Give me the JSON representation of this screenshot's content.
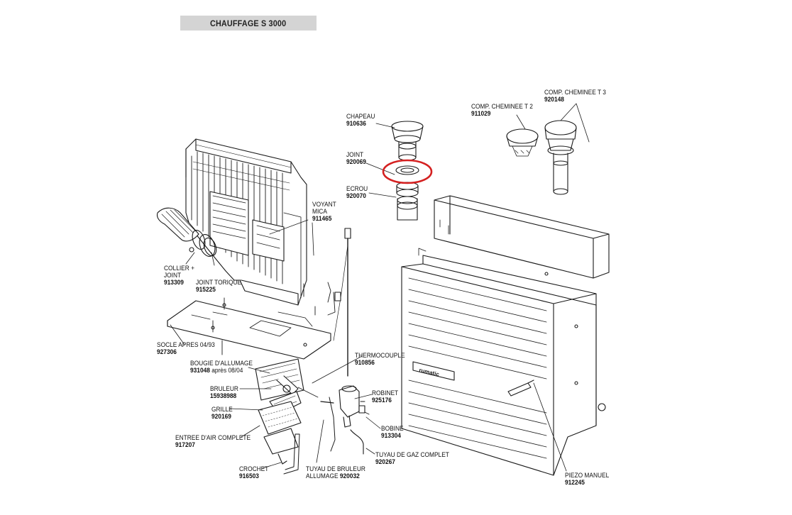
{
  "title": "CHAUFFAGE S 3000",
  "parts": {
    "chapeau": {
      "name": "CHAPEAU",
      "code": "910636"
    },
    "joint": {
      "name": "JOINT",
      "code": "920069"
    },
    "ecrou": {
      "name": "ECROU",
      "code": "920070"
    },
    "comp_t2": {
      "name": "COMP. CHEMINEE T 2",
      "code": "911029"
    },
    "comp_t3": {
      "name": "COMP. CHEMINEE T 3",
      "code": "920148"
    },
    "voyant_mica": {
      "name1": "VOYANT",
      "name2": "MICA",
      "code": "911465"
    },
    "collier_joint": {
      "name1": "COLLIER +",
      "name2": "JOINT",
      "code": "913309"
    },
    "joint_torique": {
      "name": "JOINT TORIQUE",
      "code": "915225"
    },
    "socle": {
      "name": "SOCLE APRES 04/93",
      "code": "927306"
    },
    "bougie": {
      "name": "BOUGIE D'ALLUMAGE",
      "code": "931048",
      "note": "après 08/04"
    },
    "bruleur": {
      "name": "BRULEUR",
      "code": "15938988"
    },
    "grille": {
      "name": "GRILLE",
      "code": "920169"
    },
    "entree_air": {
      "name": "ENTREE D'AIR COMPLETE",
      "code": "917207"
    },
    "crochet": {
      "name": "CROCHET",
      "code": "916503"
    },
    "tuyau_bruleur": {
      "name1": "TUYAU DE BRULEUR",
      "name2": "ALLUMAGE",
      "code": "920032"
    },
    "thermocouple": {
      "name": "THERMOCOUPLE",
      "code": "910856"
    },
    "robinet": {
      "name": "ROBINET",
      "code": "925176"
    },
    "bobine": {
      "name": "BOBINE",
      "code": "913304"
    },
    "tuyau_gaz": {
      "name": "TUYAU DE GAZ COMPLET",
      "code": "920267"
    },
    "piezo": {
      "name": "PIEZO MANUEL",
      "code": "912245"
    }
  },
  "colors": {
    "highlight": "#d42020",
    "ink": "#1a1a1a",
    "title_bg": "#d4d4d4"
  },
  "brand_plate": "rumatic"
}
